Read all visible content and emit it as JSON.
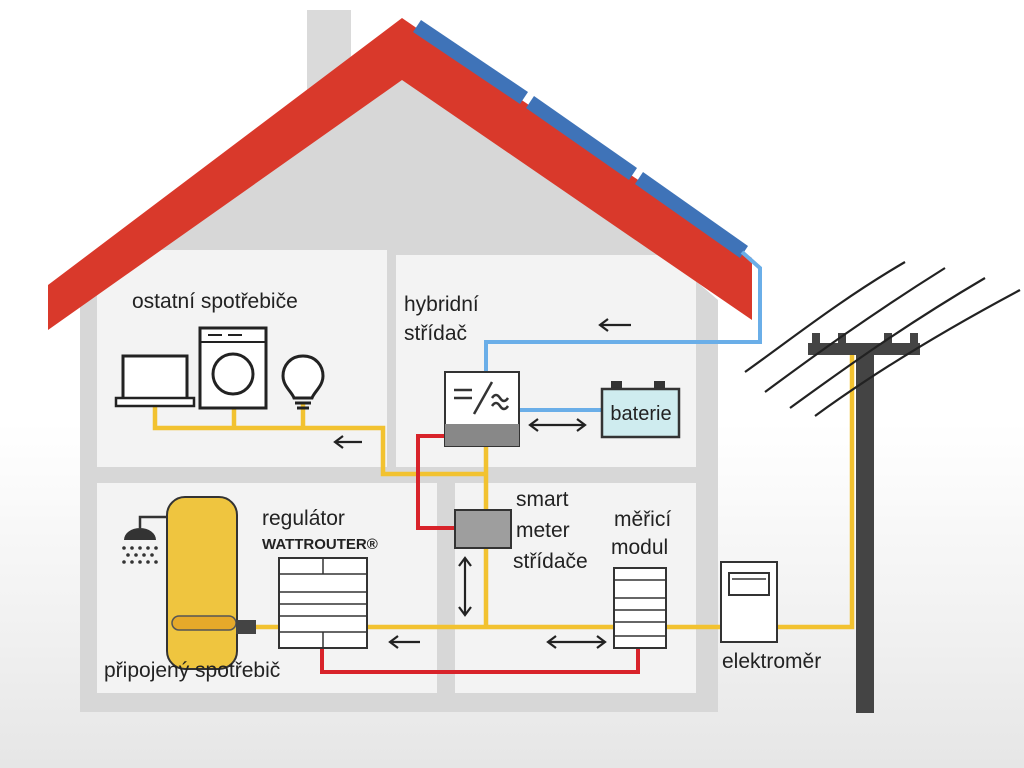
{
  "labels": {
    "other_appliances": "ostatní spotřebiče",
    "hybrid_inverter_line1": "hybridní",
    "hybrid_inverter_line2": "střídač",
    "battery": "baterie",
    "regulator_line1": "regulátor",
    "regulator_line2": "WATTROUTER®",
    "smart_meter_line1": "smart",
    "smart_meter_line2": "meter",
    "smart_meter_line3": "střídače",
    "measuring_module_line1": "měřicí",
    "measuring_module_line2": "modul",
    "connected_appliance": "připojený spotřebič",
    "electricity_meter": "elektroměr"
  },
  "colors": {
    "roof": "#d9392b",
    "house_wall": "#d7d7d7",
    "room": "#f3f3f3",
    "solar_panel": "#3f73b8",
    "ac_line": "#f2c230",
    "control_line": "#d8232a",
    "dc_line": "#6aaee8",
    "battery": "#cfecef",
    "boiler": "#efc53f",
    "pole": "#444444"
  }
}
